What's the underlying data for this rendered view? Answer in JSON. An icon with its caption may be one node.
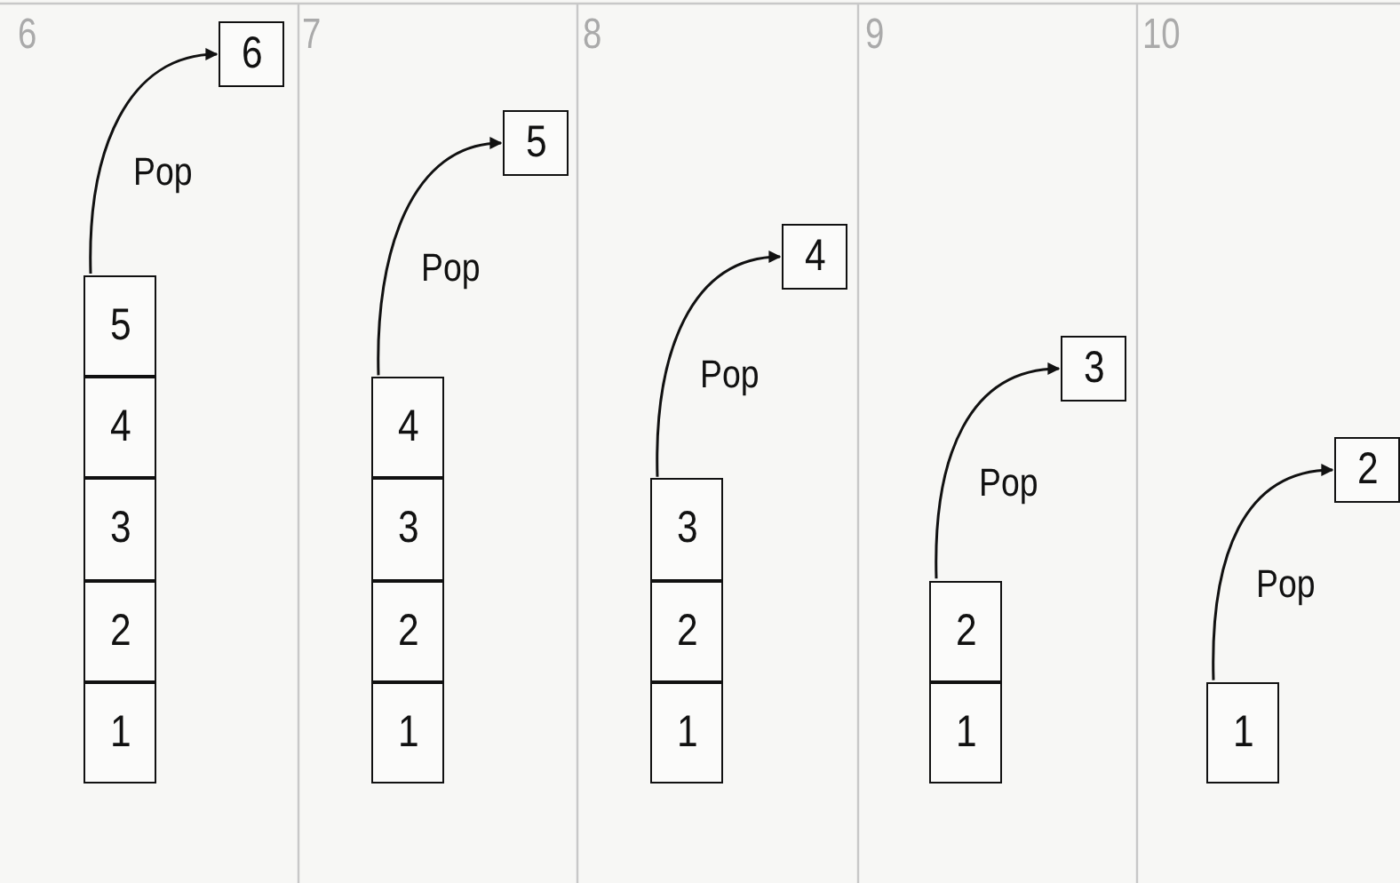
{
  "diagram": {
    "nodes": [
      {
        "text": [
          "6"
        ]
      },
      {
        "text": [
          "5"
        ]
      },
      {
        "text": [
          "4"
        ]
      },
      {
        "text": [
          "3"
        ]
      },
      {
        "text": [
          "2"
        ]
      },
      {
        "text": [
          "1"
        ]
      },
      {
        "text": [
          "5"
        ]
      },
      {
        "text": [
          "4"
        ]
      },
      {
        "text": [
          "3"
        ]
      },
      {
        "text": [
          "2"
        ]
      },
      {
        "text": [
          "1"
        ]
      },
      {
        "text": [
          "4"
        ]
      },
      {
        "text": [
          "3"
        ]
      },
      {
        "text": [
          "2"
        ]
      },
      {
        "text": [
          "1"
        ]
      },
      {
        "text": [
          "3"
        ]
      },
      {
        "text": [
          "2"
        ]
      },
      {
        "text": [
          "1"
        ]
      },
      {
        "text": [
          "2"
        ]
      },
      {
        "text": [
          "1"
        ]
      }
    ],
    "edges": [
      {
        "from": 1,
        "to": 0,
        "arrow": "to",
        "label": "Pop"
      },
      {
        "from": 7,
        "to": 6,
        "arrow": "to",
        "label": "Pop"
      },
      {
        "from": 12,
        "to": 11,
        "arrow": "to",
        "label": "Pop"
      },
      {
        "from": 16,
        "to": 15,
        "arrow": "to",
        "label": "Pop"
      },
      {
        "from": 19,
        "to": 18,
        "arrow": "to",
        "label": "Pop"
      }
    ],
    "labels": [
      "6",
      "7",
      "8",
      "9",
      "10"
    ]
  }
}
